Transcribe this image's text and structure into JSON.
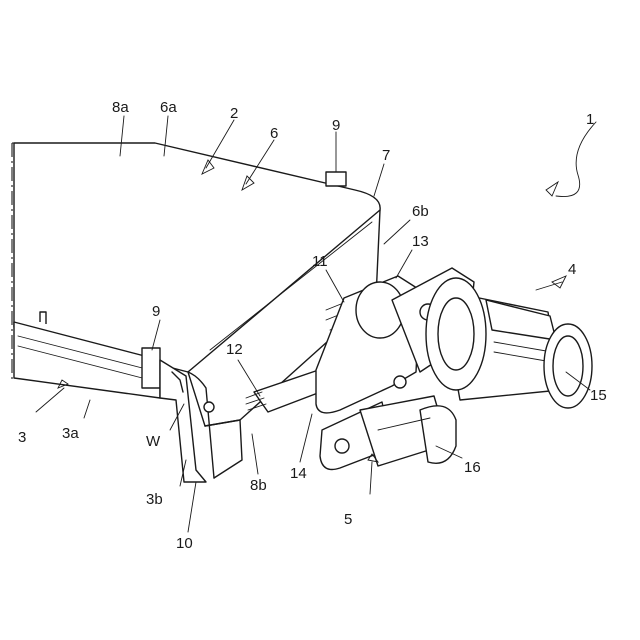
{
  "labels": {
    "l1": "1",
    "l2": "2",
    "l3": "3",
    "l3a": "3a",
    "l3b": "3b",
    "l4": "4",
    "l5": "5",
    "l6": "6",
    "l6a": "6a",
    "l6b": "6b",
    "l7": "7",
    "l8a": "8a",
    "l8b": "8b",
    "l9_top": "9",
    "l9_left": "9",
    "l10": "10",
    "l11": "11",
    "l12": "12",
    "l13": "13",
    "l14": "14",
    "l15": "15",
    "l16": "16",
    "lW": "W"
  }
}
